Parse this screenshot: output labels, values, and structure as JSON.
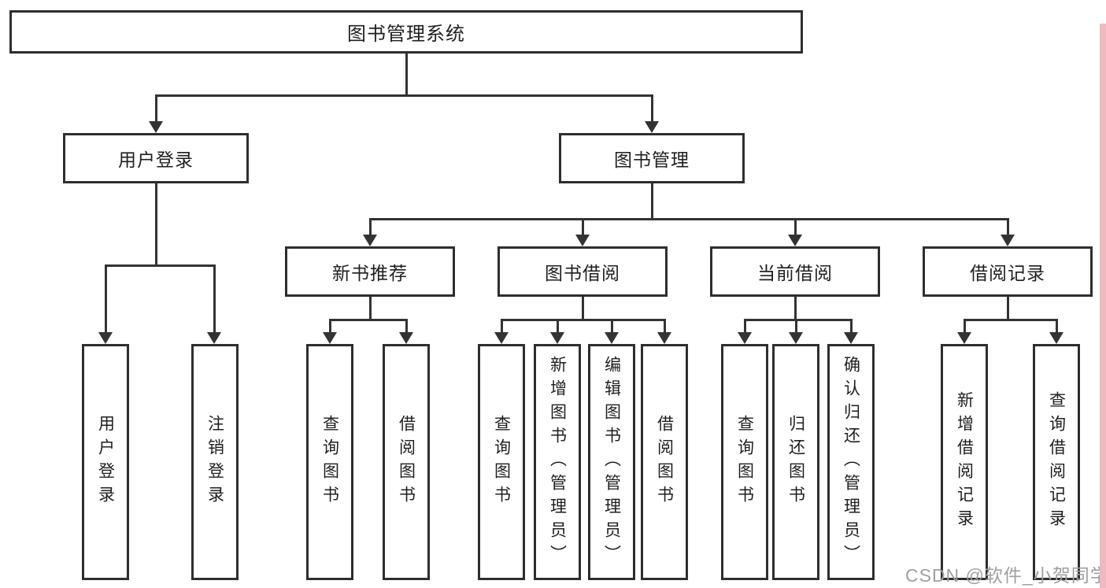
{
  "diagram": {
    "title": "图书管理系统",
    "root": {
      "label": "图书管理系统"
    },
    "level2": [
      {
        "label": "用户登录"
      },
      {
        "label": "图书管理"
      }
    ],
    "level3": [
      {
        "label": "新书推荐"
      },
      {
        "label": "图书借阅"
      },
      {
        "label": "当前借阅"
      },
      {
        "label": "借阅记录"
      }
    ],
    "leaves": {
      "user": [
        "用户登录",
        "注销登录"
      ],
      "recommend": [
        "查询图书",
        "借阅图书"
      ],
      "borrow": [
        "查询图书",
        "新增图书（管理员）",
        "编辑图书（管理员）",
        "借阅图书"
      ],
      "current": [
        "查询图书",
        "归还图书",
        "确认归还（管理员）"
      ],
      "records": [
        "新增借阅记录",
        "查询借阅记录"
      ]
    }
  },
  "watermark": {
    "text": "CSDN @软件_小贺同学"
  },
  "colors": {
    "line": "#333333",
    "box_border": "#2e2e2e",
    "text": "#1f1f1f",
    "watermark": "#9f9fa3",
    "right_edge_strip": "#efb9bf",
    "background": "#ffffff"
  }
}
